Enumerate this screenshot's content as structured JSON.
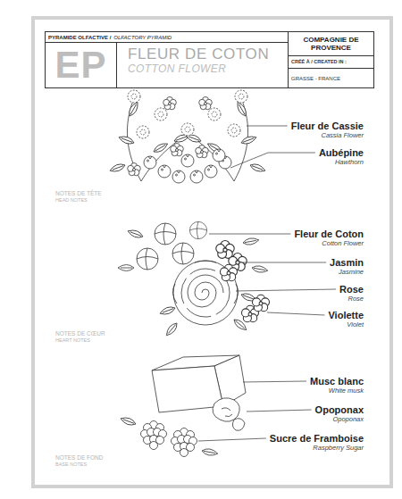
{
  "diagram": {
    "title": "FLEUR DE COTON",
    "nodes": [
      {
        "text": [
          "PYRAMIDE OLFACTIVE /",
          "OLFACTORY PYRAMID"
        ]
      },
      {
        "text": [
          "EP"
        ],
        "in": 0
      },
      {
        "text": [
          "COMPAGNIE DE PROVENCE"
        ],
        "in": 0
      },
      {
        "text": [
          "CRÉÉ À / CREATED IN :"
        ],
        "in": 0
      },
      {
        "text": [
          "GRASSE - FRANCE"
        ],
        "in": 0
      }
    ],
    "labels": [
      "COTTON FLOWER",
      "Fleur de Cassie",
      "Cassia Flower",
      "Aubépine",
      "Hawthorn",
      "NOTES DE TÊTE",
      "HEAD NOTES",
      "Fleur de Coton",
      "Cotton Flower",
      "Jasmin",
      "Jasmine",
      "Rose",
      "Rose",
      "Violette",
      "Violet",
      "NOTES DE CŒUR",
      "HEART NOTES",
      "Musc blanc",
      "White musk",
      "Opoponax",
      "Opoponax",
      "Sucre de Framboise",
      "Raspberry Sugar",
      "NOTES DE FOND",
      "BASE NOTES"
    ]
  }
}
